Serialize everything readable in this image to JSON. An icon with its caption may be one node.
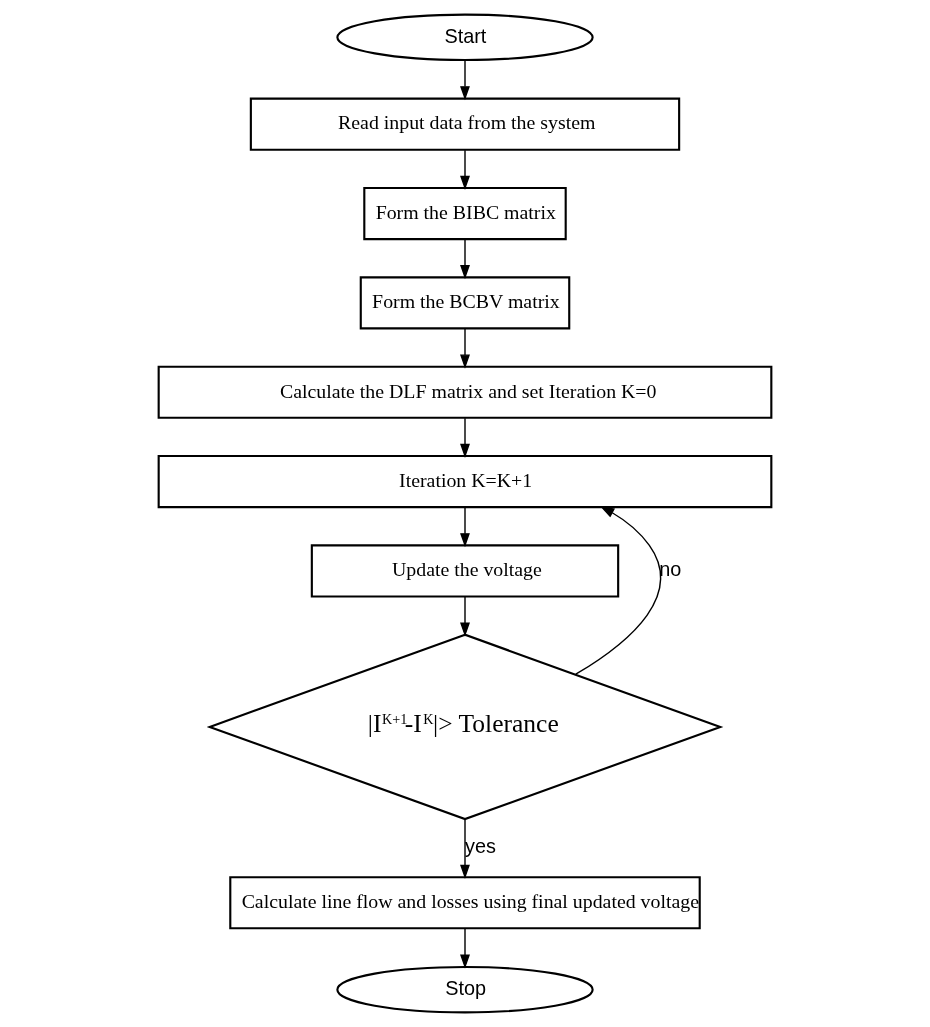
{
  "diagram": {
    "nodes": [
      {
        "text": [
          "Start"
        ]
      },
      {
        "text": [
          "Read input data from the system"
        ]
      },
      {
        "text": [
          "Form the BIBC matrix"
        ]
      },
      {
        "text": [
          "Form the BCBV matrix"
        ]
      },
      {
        "text": [
          "Calculate the DLF matrix and set Iteration K=0"
        ]
      },
      {
        "text": [
          "Iteration K=K+1"
        ]
      },
      {
        "text": [
          "Update the voltage"
        ]
      },
      {
        "text": [
          "|I$^{K+1}$-I$^{K}$|> Tolerance"
        ]
      },
      {
        "text": [
          "Calculate line flow and losses using final updated voltage"
        ]
      },
      {
        "text": [
          "Stop"
        ]
      }
    ],
    "edges": [
      {
        "from": 0,
        "to": 1,
        "arrow": "to"
      },
      {
        "from": 1,
        "to": 2,
        "arrow": "to"
      },
      {
        "from": 2,
        "to": 3,
        "arrow": "to"
      },
      {
        "from": 3,
        "to": 4,
        "arrow": "to"
      },
      {
        "from": 4,
        "to": 5,
        "arrow": "to"
      },
      {
        "from": 5,
        "to": 6,
        "arrow": "to"
      },
      {
        "from": 6,
        "to": 7,
        "arrow": "to"
      },
      {
        "from": 7,
        "to": 8,
        "arrow": "to",
        "label": "yes"
      },
      {
        "from": 8,
        "to": 9,
        "arrow": "to"
      },
      {
        "from": 7,
        "to": 5,
        "arrow": "to",
        "label": "no"
      }
    ]
  }
}
